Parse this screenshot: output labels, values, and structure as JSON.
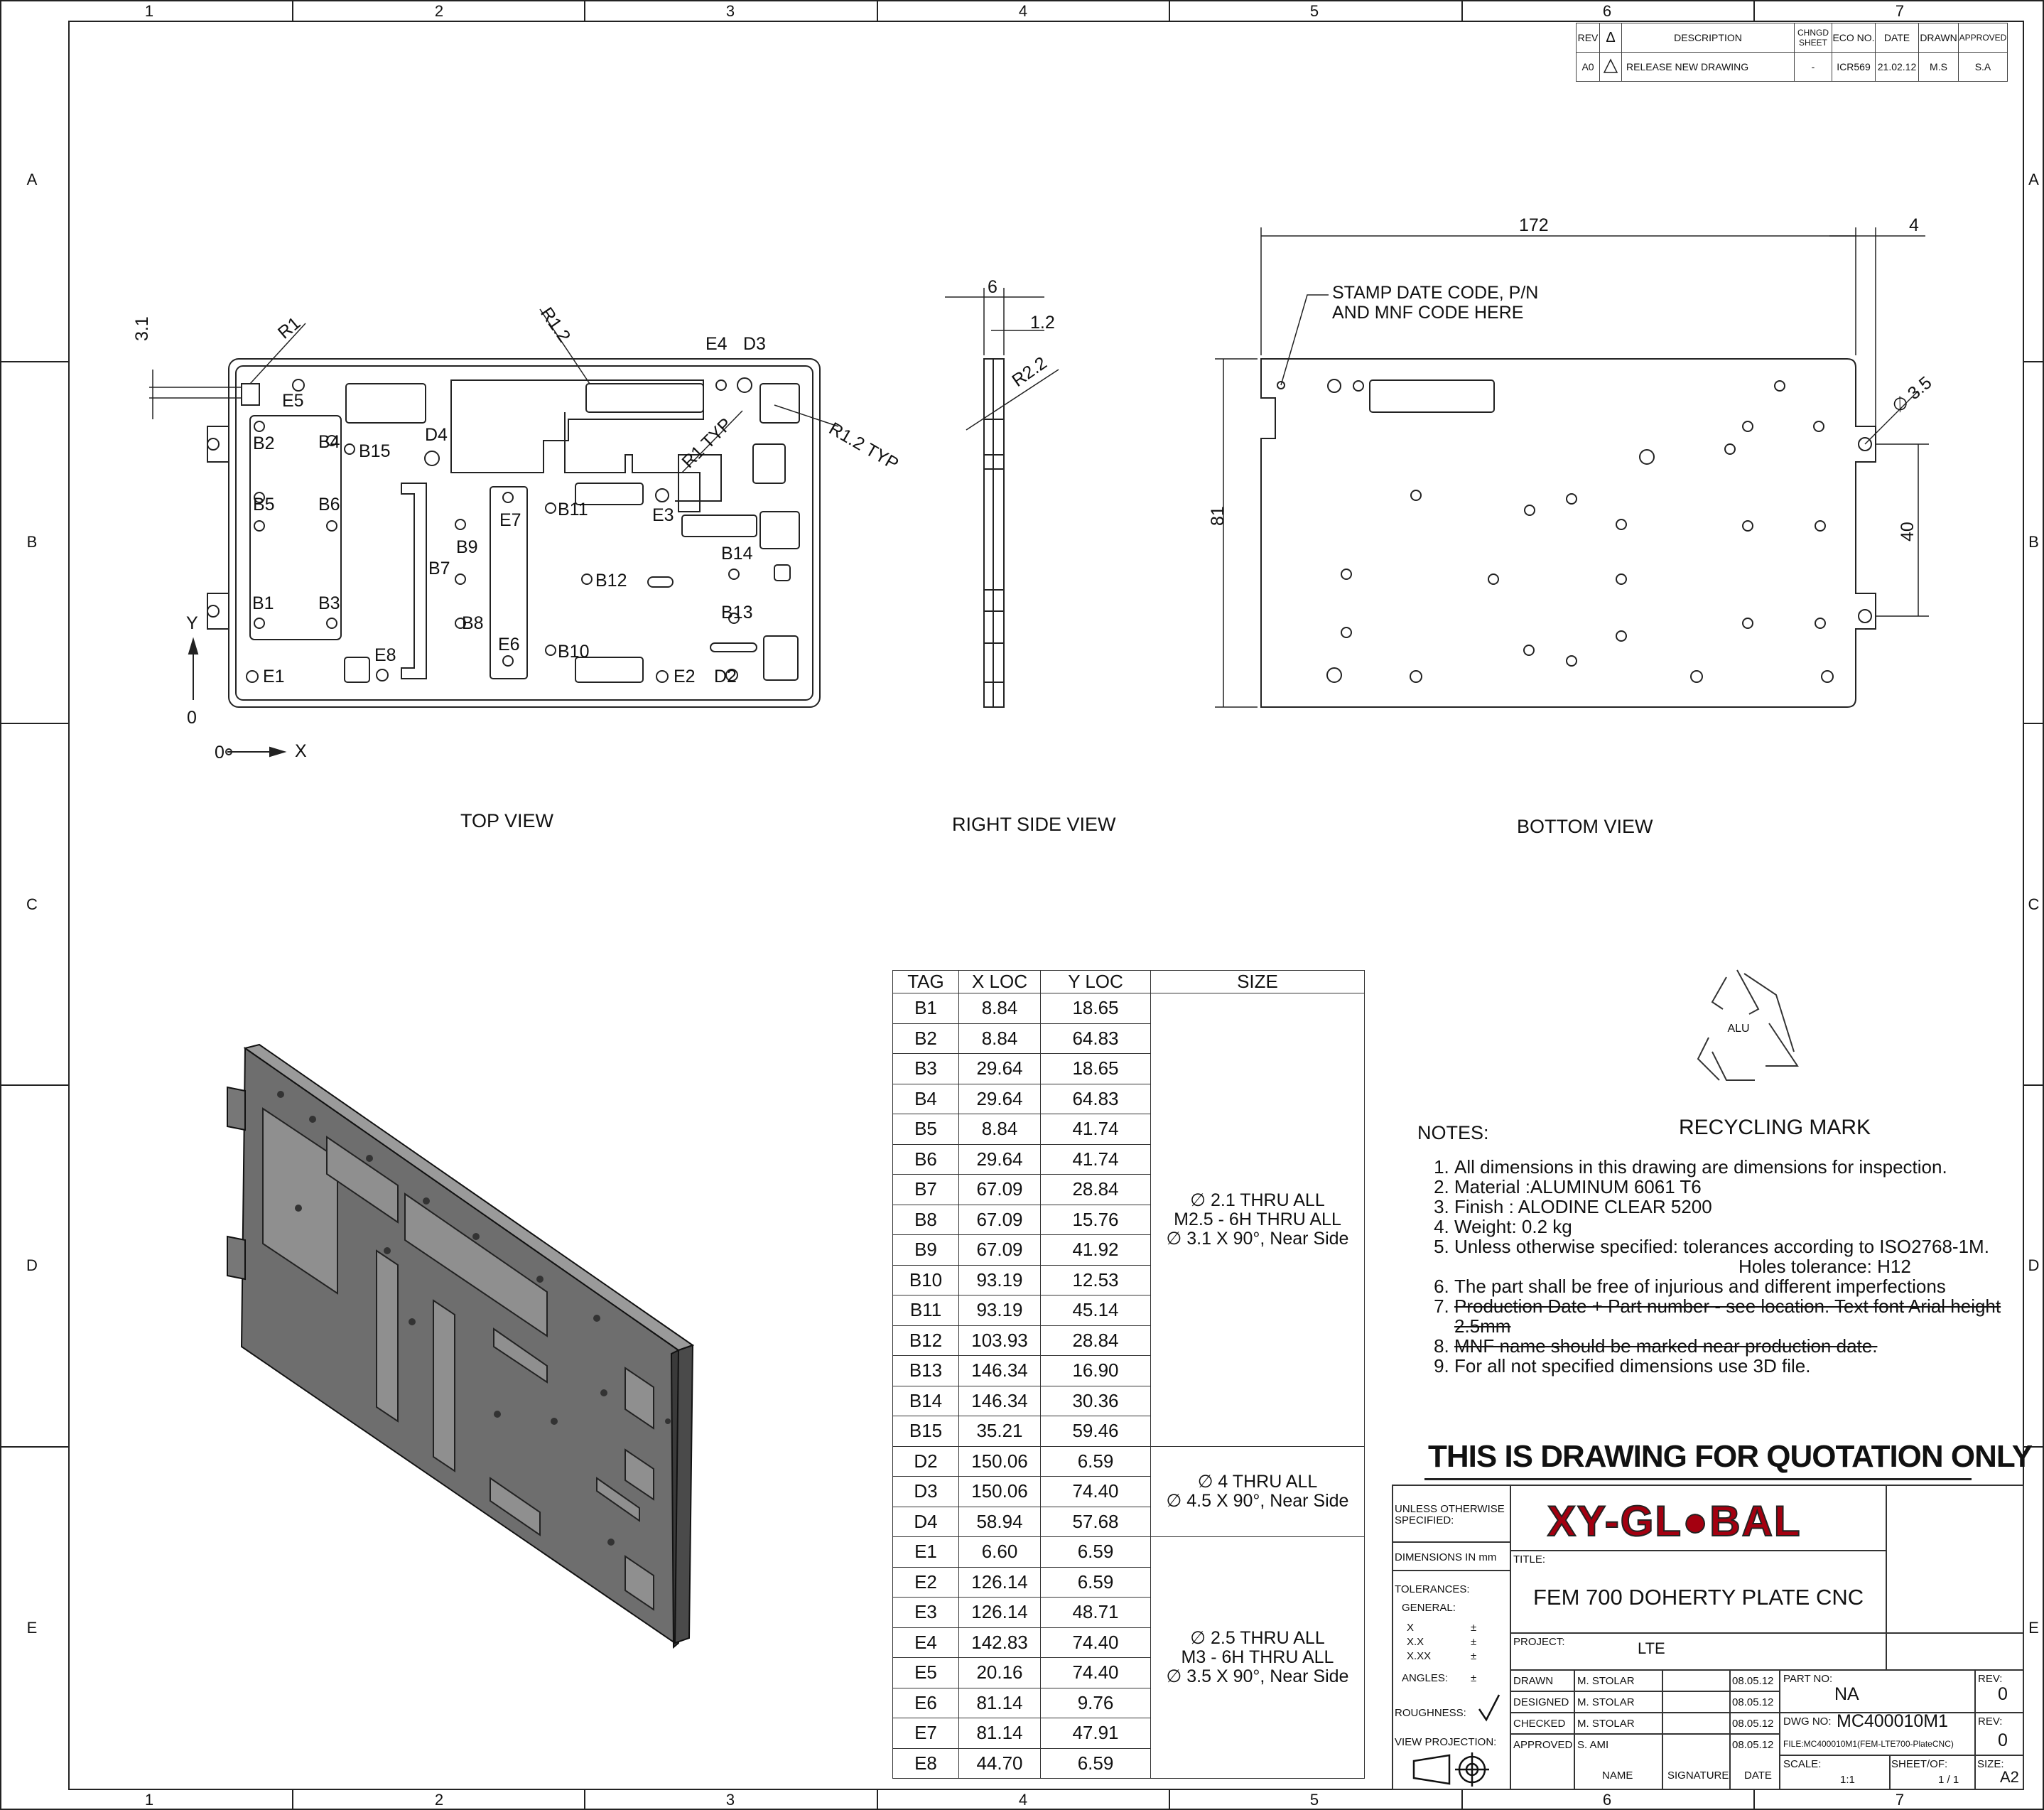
{
  "frame": {
    "columns": [
      "1",
      "2",
      "3",
      "4",
      "5",
      "6",
      "7"
    ],
    "rows": [
      "A",
      "B",
      "C",
      "D",
      "E"
    ]
  },
  "revision": {
    "headers": [
      "REV",
      "Δ",
      "DESCRIPTION",
      "CHNGD SHEET",
      "ECO NO.",
      "DATE",
      "DRAWN",
      "APPROVED"
    ],
    "row": [
      "A0",
      "",
      "RELEASE NEW DRAWING",
      "-",
      "ICR569",
      "21.02.12",
      "M.S",
      "S.A"
    ]
  },
  "views": {
    "top": "TOP VIEW",
    "right": "RIGHT SIDE VIEW",
    "bottom": "BOTTOM VIEW"
  },
  "top_view": {
    "dim_3_1": "3.1",
    "r1": "R1",
    "r1_2": "R1.2",
    "r1_typ": "R1 TYP",
    "r1_2_typ": "R1.2 TYP",
    "axis_y": "Y",
    "axis_x": "X",
    "origin_y": "0",
    "origin_x": "0",
    "tags": [
      "E5",
      "B2",
      "B4",
      "B15",
      "D4",
      "B5",
      "B6",
      "E7",
      "B11",
      "E3",
      "B9",
      "B7",
      "B14",
      "B12",
      "B1",
      "B3",
      "B8",
      "B13",
      "E6",
      "B10",
      "E8",
      "E1",
      "E2",
      "D2",
      "E4",
      "D3"
    ]
  },
  "side_view": {
    "dim_6": "6",
    "dim_1_2": "1.2",
    "r2_2": "R2.2"
  },
  "bottom_view": {
    "dim_172": "172",
    "dim_4": "4",
    "dim_81": "81",
    "dim_40": "40",
    "hole_dia": "∅ 3.5",
    "stamp_note_1": "STAMP DATE CODE, P/N",
    "stamp_note_2": "AND MNF CODE HERE"
  },
  "hole_table": {
    "headers": [
      "TAG",
      "X LOC",
      "Y LOC",
      "SIZE"
    ],
    "rows": [
      [
        "B1",
        "8.84",
        "18.65"
      ],
      [
        "B2",
        "8.84",
        "64.83"
      ],
      [
        "B3",
        "29.64",
        "18.65"
      ],
      [
        "B4",
        "29.64",
        "64.83"
      ],
      [
        "B5",
        "8.84",
        "41.74"
      ],
      [
        "B6",
        "29.64",
        "41.74"
      ],
      [
        "B7",
        "67.09",
        "28.84"
      ],
      [
        "B8",
        "67.09",
        "15.76"
      ],
      [
        "B9",
        "67.09",
        "41.92"
      ],
      [
        "B10",
        "93.19",
        "12.53"
      ],
      [
        "B11",
        "93.19",
        "45.14"
      ],
      [
        "B12",
        "103.93",
        "28.84"
      ],
      [
        "B13",
        "146.34",
        "16.90"
      ],
      [
        "B14",
        "146.34",
        "30.36"
      ],
      [
        "B15",
        "35.21",
        "59.46"
      ],
      [
        "D2",
        "150.06",
        "6.59"
      ],
      [
        "D3",
        "150.06",
        "74.40"
      ],
      [
        "D4",
        "58.94",
        "57.68"
      ],
      [
        "E1",
        "6.60",
        "6.59"
      ],
      [
        "E2",
        "126.14",
        "6.59"
      ],
      [
        "E3",
        "126.14",
        "48.71"
      ],
      [
        "E4",
        "142.83",
        "74.40"
      ],
      [
        "E5",
        "20.16",
        "74.40"
      ],
      [
        "E6",
        "81.14",
        "9.76"
      ],
      [
        "E7",
        "81.14",
        "47.91"
      ],
      [
        "E8",
        "44.70",
        "6.59"
      ]
    ],
    "size_b": [
      "∅ 2.1 THRU ALL",
      "M2.5 - 6H THRU ALL",
      "∅ 3.1 X 90°, Near Side"
    ],
    "size_d": [
      "∅ 4 THRU ALL",
      "∅ 4.5 X 90°, Near Side"
    ],
    "size_e": [
      "∅ 2.5 THRU ALL",
      "M3 - 6H THRU ALL",
      "∅ 3.5 X 90°, Near Side"
    ]
  },
  "recycling": {
    "label": "RECYCLING MARK",
    "material": "ALU"
  },
  "notes": {
    "heading": "NOTES:",
    "items": [
      "All dimensions in this drawing are dimensions  for inspection.",
      "Material :ALUMINUM 6061 T6",
      "Finish     : ALODINE CLEAR 5200",
      "Weight: 0.2 kg",
      "Unless otherwise specified: tolerances according to ISO2768-1M.",
      "The part shall be free of injurious and different imperfections",
      "Production Date + Part number  - see location. Text font Arial height 2.5mm",
      "MNF name should be marked near production date.",
      "For all not specified dimensions use 3D file."
    ],
    "item5_sub": "Holes tolerance: H12"
  },
  "quotation": "THIS IS DRAWING FOR QUOTATION ONLY",
  "title_block": {
    "logo": "XY-GL●BAL",
    "unless": "UNLESS OTHERWISE SPECIFIED:",
    "dimensions": "DIMENSIONS IN mm",
    "tolerances": "TOLERANCES:",
    "general": "GENERAL:",
    "tol_x": "X",
    "tol_xx": "X.X",
    "tol_xxx": "X.XX",
    "pm": "±",
    "angles": "ANGLES:",
    "roughness": "ROUGHNESS:",
    "view_projection": "VIEW PROJECTION:",
    "title_label": "TITLE:",
    "title": "FEM 700 DOHERTY PLATE CNC",
    "project_label": "PROJECT:",
    "project": "LTE",
    "drawn_label": "DRAWN",
    "drawn_name": "M. STOLAR",
    "drawn_date": "08.05.12",
    "designed_label": "DESIGNED",
    "designed_name": "M. STOLAR",
    "designed_date": "08.05.12",
    "checked_label": "CHECKED",
    "checked_name": "M. STOLAR",
    "checked_date": "08.05.12",
    "approved_label": "APPROVED",
    "approved_name": "S. AMI",
    "approved_date": "08.05.12",
    "name_label": "NAME",
    "signature_label": "SIGNATURE",
    "date_label": "DATE",
    "part_no_label": "PART NO:",
    "part_no": "NA",
    "rev_label": "REV:",
    "rev": "0",
    "dwg_no_label": "DWG NO:",
    "dwg_no": "MC400010M1",
    "rev2_label": "REV:",
    "rev2": "0",
    "file": "FILE:MC400010M1(FEM-LTE700-PlateCNC)",
    "scale_label": "SCALE:",
    "scale": "1:1",
    "sheet_label": "SHEET/OF:",
    "sheet": "1 / 1",
    "size_label": "SIZE:",
    "size": "A2"
  }
}
